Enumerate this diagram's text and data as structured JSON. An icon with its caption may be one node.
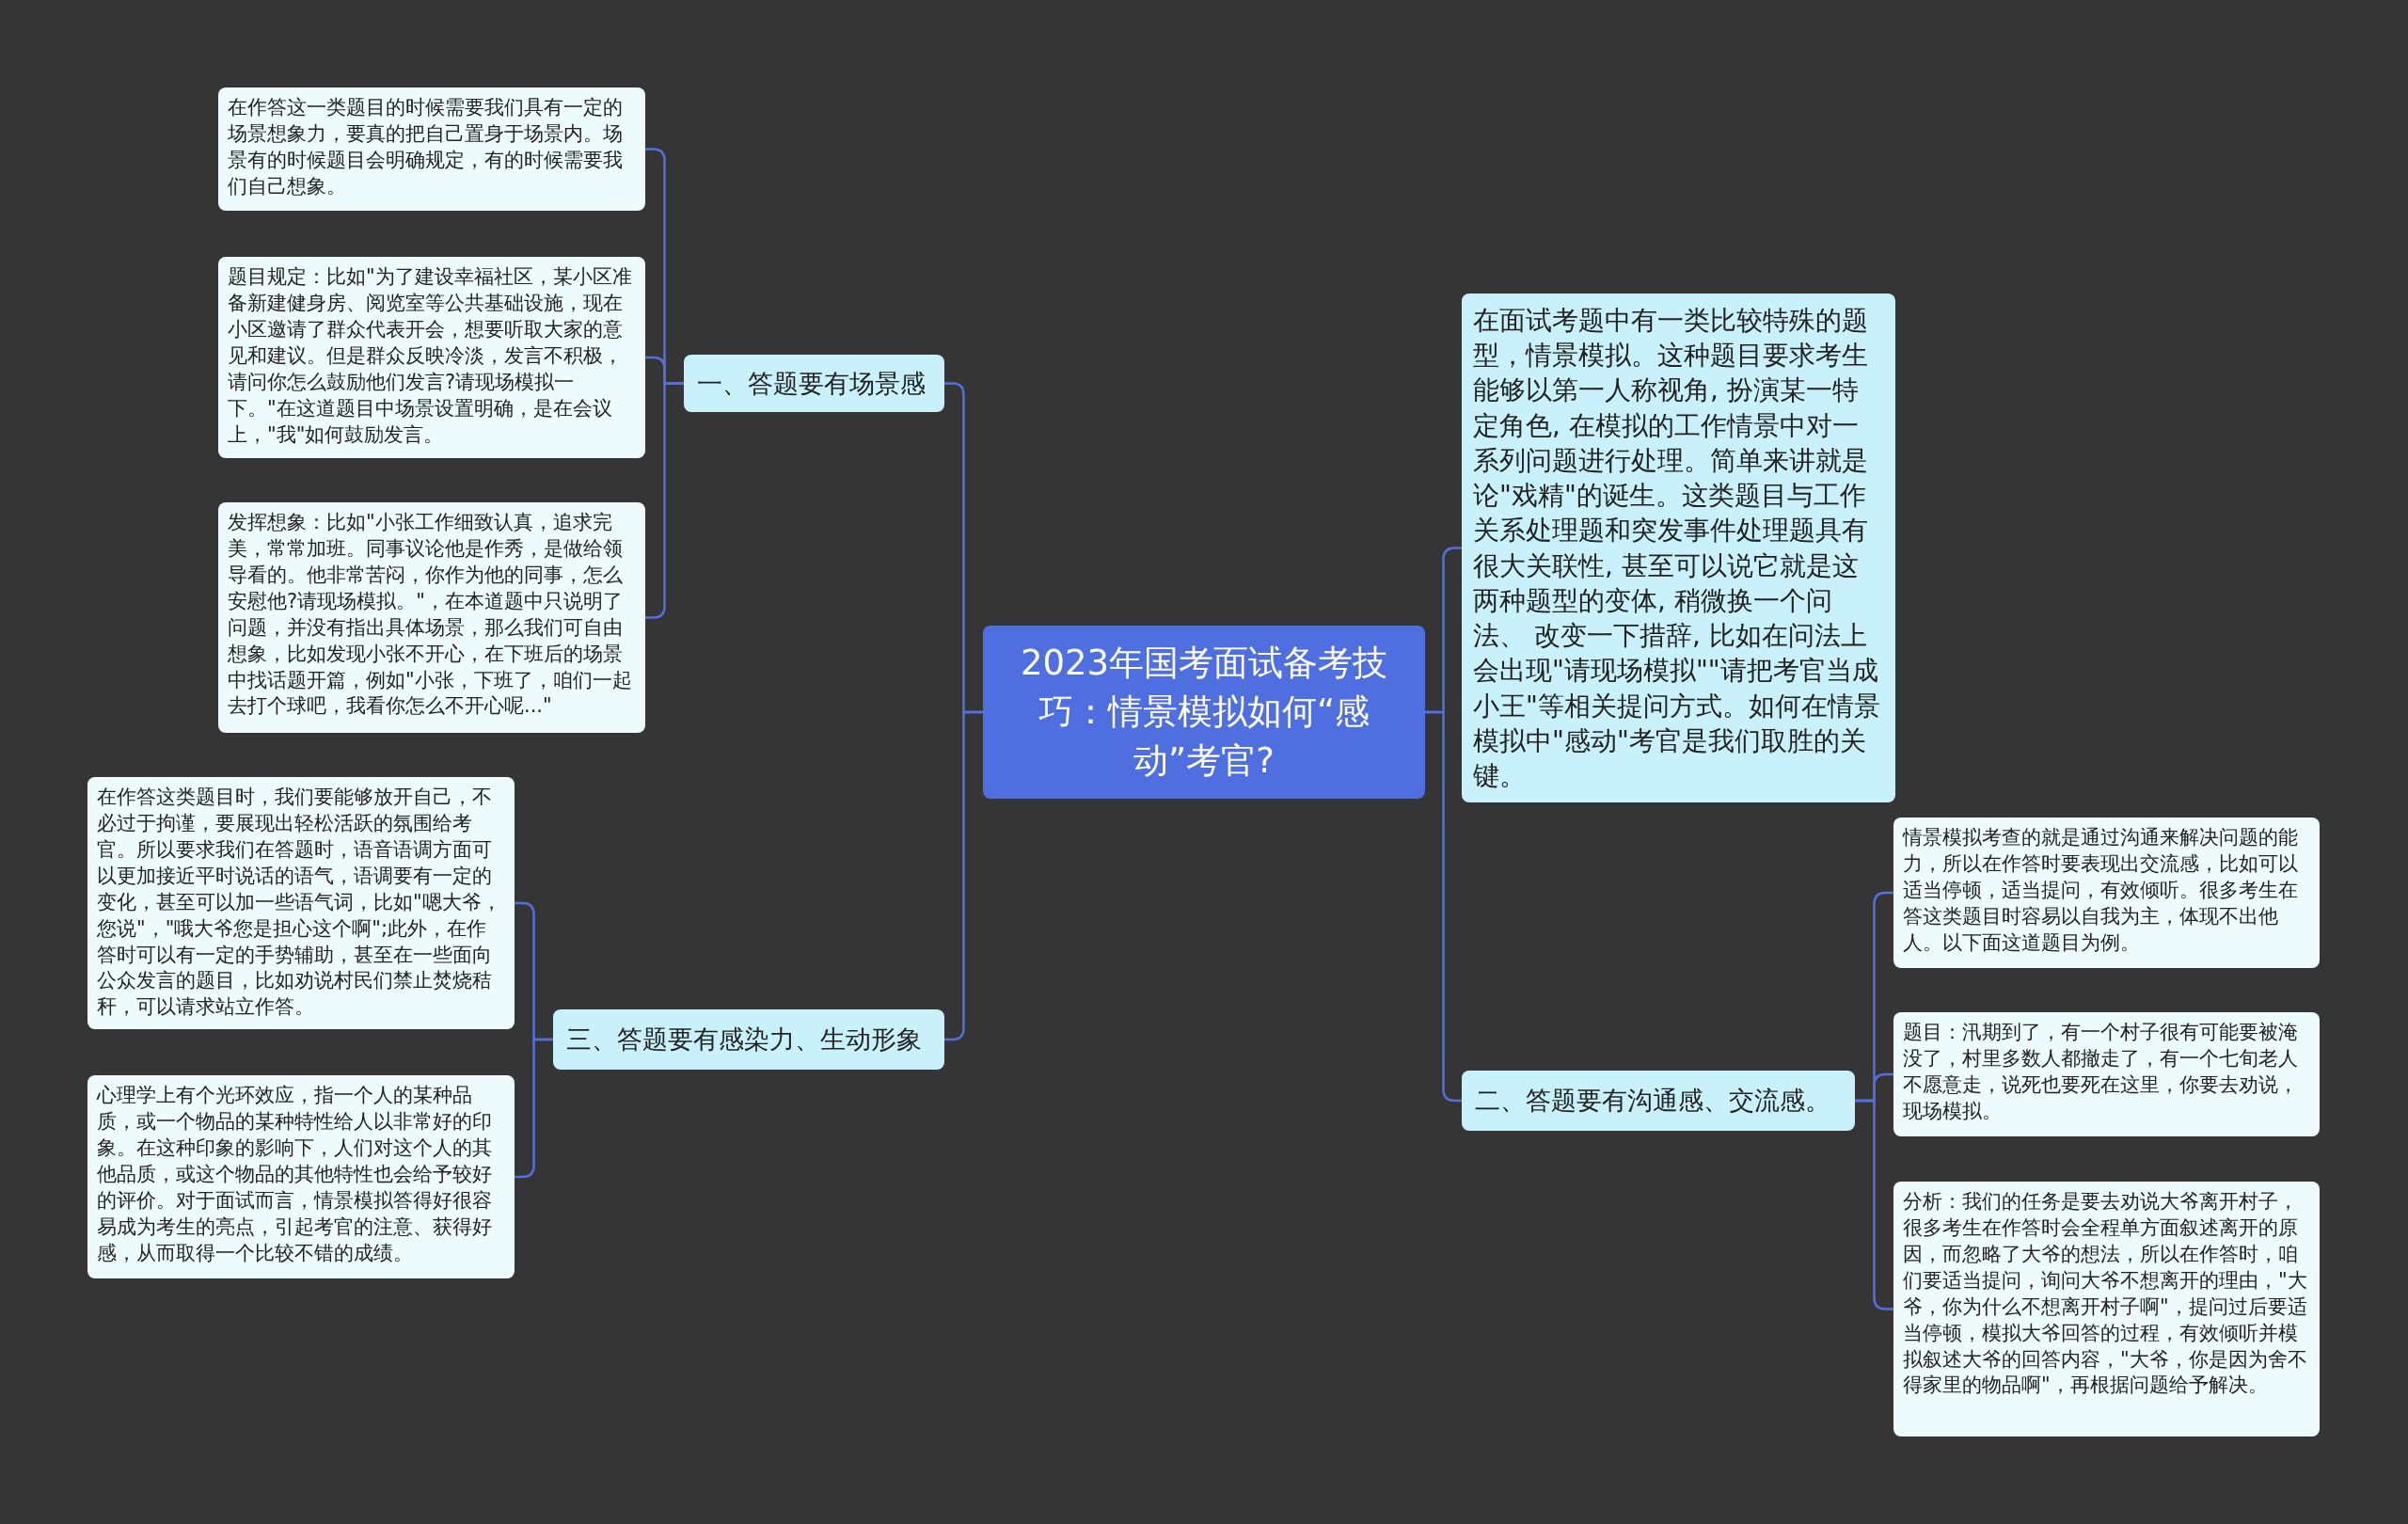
{
  "diagram": {
    "nodes": [
      {
        "text": [
          "2023年国考面试备考技巧：情景模拟如何“感动”考官?"
        ]
      },
      {
        "text": [
          "一、答题要有场景感"
        ]
      },
      {
        "text": [
          "在作答这一类题目的时候需要我们具有一定的场景想象力，要真的把自己置身于场景内。场景有的时候题目会明确规定，有的时候需要我们自己想象。"
        ]
      },
      {
        "text": [
          "题目规定：比如\"为了建设幸福社区，某小区准备新建健身房、阅览室等公共基础设施，现在小区邀请了群众代表开会，想要听取大家的意见和建议。但是群众反映冷淡，发言不积极，请问你怎么鼓励他们发言?请现场模拟一下。\"在这道题目中场景设置明确，是在会议上，\"我\"如何鼓励发言。"
        ]
      },
      {
        "text": [
          "发挥想象：比如\"小张工作细致认真，追求完美，常常加班。同事议论他是作秀，是做给领导看的。他非常苦闷，你作为他的同事，怎么安慰他?请现场模拟。\"，在本道题中只说明了问题，并没有指出具体场景，那么我们可自由想象，比如发现小张不开心，在下班后的场景中找话题开篇，例如\"小张，下班了，咱们一起去打个球吧，我看你怎么不开心呢...\""
        ]
      },
      {
        "text": [
          "三、答题要有感染力、生动形象"
        ]
      },
      {
        "text": [
          "在作答这类题目时，我们要能够放开自己，不必过于拘谨，要展现出轻松活跃的氛围给考官。所以要求我们在答题时，语音语调方面可以更加接近平时说话的语气，语调要有一定的变化，甚至可以加一些语气词，比如\"嗯大爷，您说\"，\"哦大爷您是担心这个啊\";此外，在作答时可以有一定的手势辅助，甚至在一些面向公众发言的题目，比如劝说村民们禁止焚烧秸秆，可以请求站立作答。"
        ]
      },
      {
        "text": [
          "心理学上有个光环效应，指一个人的某种品质，或一个物品的某种特性给人以非常好的印象。在这种印象的影响下，人们对这个人的其他品质，或这个物品的其他特性也会给予较好的评价。对于面试而言，情景模拟答得好很容易成为考生的亮点，引起考官的注意、获得好感，从而取得一个比较不错的成绩。"
        ]
      },
      {
        "text": [
          "在面试考题中有一类比较特殊的题型，情景模拟。这种题目要求考生能够以第一人称视角, 扮演某一特定角色, 在模拟的工作情景中对一系列问题进行处理。简单来讲就是论\"戏精\"的诞生。这类题目与工作关系处理题和突发事件处理题具有很大关联性, 甚至可以说它就是这两种题型的变体, 稍微换一个问法、 改变一下措辞, 比如在问法上会出现\"请现场模拟\"\"请把考官当成小王\"等相关提问方式。如何在情景模拟中\"感动\"考官是我们取胜的关键。"
        ]
      },
      {
        "text": [
          "二、答题要有沟通感、交流感。"
        ]
      },
      {
        "text": [
          "情景模拟考查的就是通过沟通来解决问题的能力，所以在作答时要表现出交流感，比如可以适当停顿，适当提问，有效倾听。很多考生在答这类题目时容易以自我为主，体现不出他人。以下面这道题目为例。"
        ]
      },
      {
        "text": [
          "题目：汛期到了，有一个村子很有可能要被淹没了，村里多数人都撤走了，有一个七旬老人不愿意走，说死也要死在这里，你要去劝说，现场模拟。"
        ]
      },
      {
        "text": [
          "分析：我们的任务是要去劝说大爷离开村子，很多考生在作答时会全程单方面叙述离开的原因，而忽略了大爷的想法，所以在作答时，咱们要适当提问，询问大爷不想离开的理由，\"大爷，你为什么不想离开村子啊\"，提问过后要适当停顿，模拟大爷回答的过程，有效倾听并模拟叙述大爷的回答内容，\"大爷，你是因为舍不得家里的物品啊\"，再根据问题给予解决。"
        ]
      }
    ],
    "edges": [
      {
        "from": 0,
        "to": 1,
        "arrow": "none"
      },
      {
        "from": 0,
        "to": 5,
        "arrow": "none"
      },
      {
        "from": 0,
        "to": 8,
        "arrow": "none"
      },
      {
        "from": 0,
        "to": 9,
        "arrow": "none"
      },
      {
        "from": 1,
        "to": 2,
        "arrow": "none"
      },
      {
        "from": 1,
        "to": 3,
        "arrow": "none"
      },
      {
        "from": 1,
        "to": 4,
        "arrow": "none"
      },
      {
        "from": 5,
        "to": 6,
        "arrow": "none"
      },
      {
        "from": 5,
        "to": 7,
        "arrow": "none"
      },
      {
        "from": 9,
        "to": 10,
        "arrow": "none"
      },
      {
        "from": 9,
        "to": 11,
        "arrow": "none"
      },
      {
        "from": 9,
        "to": 12,
        "arrow": "none"
      }
    ]
  }
}
